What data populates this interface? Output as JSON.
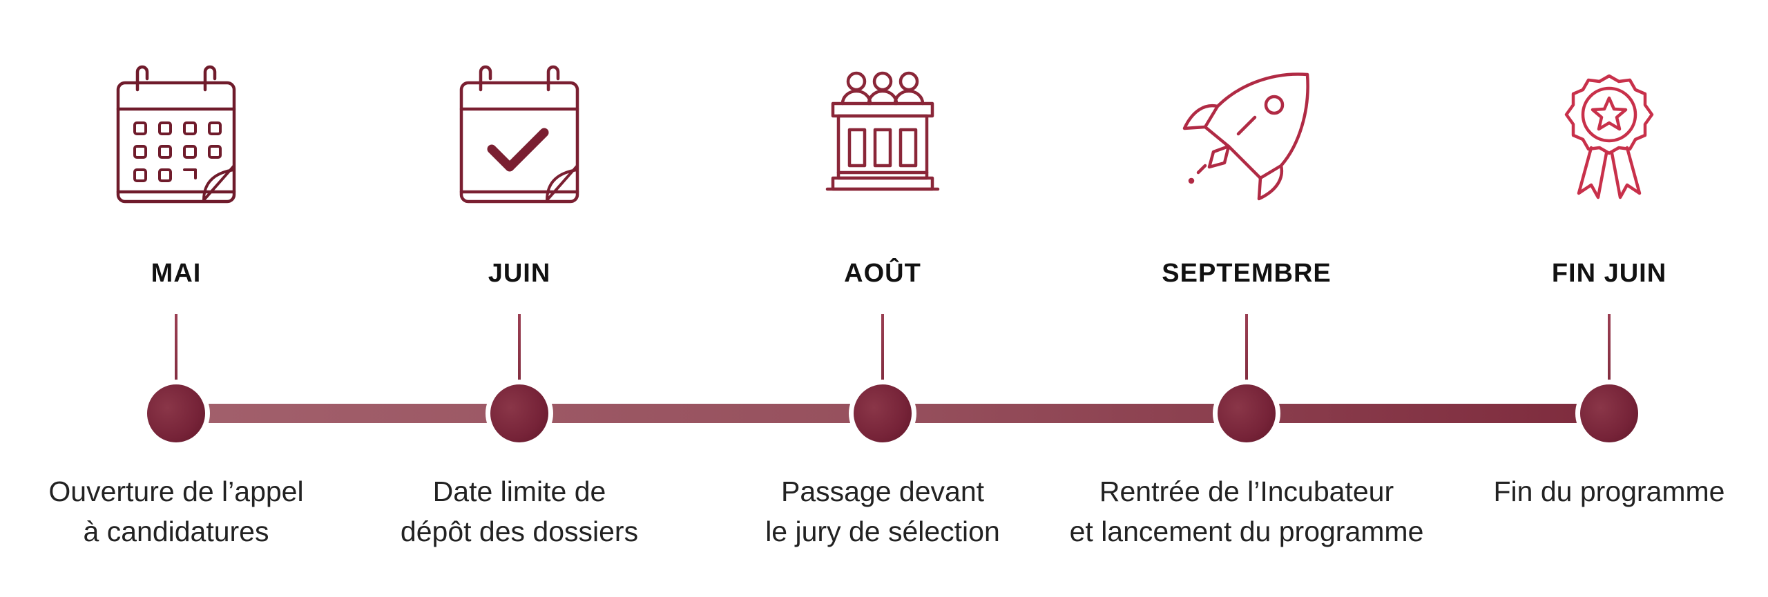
{
  "steps": [
    {
      "month": "MAI",
      "icon": "calendar-icon",
      "line1": "Ouverture de l’appel",
      "line2": "à candidatures"
    },
    {
      "month": "JUIN",
      "icon": "calendar-check-icon",
      "line1": "Date limite de",
      "line2": "dépôt des dossiers"
    },
    {
      "month": "AOÛT",
      "icon": "jury-icon",
      "line1": "Passage devant",
      "line2": "le jury de sélection"
    },
    {
      "month": "SEPTEMBRE",
      "icon": "rocket-icon",
      "line1": "Rentrée de l’Incubateur",
      "line2": "et lancement du programme"
    },
    {
      "month": "FIN JUIN",
      "icon": "award-icon",
      "line1": "Fin du programme",
      "line2": ""
    }
  ],
  "colors": {
    "icon_dark": "#6f1b2b",
    "icon_mid": "#8a2638",
    "icon_bright": "#c8304a",
    "node": "#7a2539",
    "track_start": "#a2606c",
    "track_end": "#7e2b3d"
  }
}
